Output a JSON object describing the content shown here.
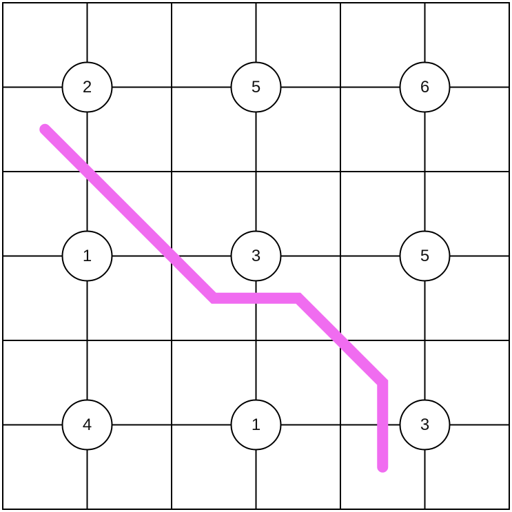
{
  "puzzle": {
    "grid_rows": 6,
    "grid_cols": 6,
    "clues": [
      {
        "label": "2",
        "row": 1,
        "col": 1
      },
      {
        "label": "5",
        "row": 1,
        "col": 3
      },
      {
        "label": "6",
        "row": 1,
        "col": 5
      },
      {
        "label": "1",
        "row": 3,
        "col": 1
      },
      {
        "label": "3",
        "row": 3,
        "col": 3
      },
      {
        "label": "5",
        "row": 3,
        "col": 5
      },
      {
        "label": "4",
        "row": 5,
        "col": 1
      },
      {
        "label": "1",
        "row": 5,
        "col": 3
      },
      {
        "label": "3",
        "row": 5,
        "col": 5
      }
    ],
    "path": {
      "color": "#f06cf0",
      "points": [
        [
          0.5,
          1.5
        ],
        [
          2.5,
          3.5
        ],
        [
          3.5,
          3.5
        ],
        [
          4.5,
          4.5
        ],
        [
          4.5,
          5.5
        ]
      ]
    },
    "colors": {
      "grid_line": "#000000",
      "clue_fill": "#ffffff",
      "clue_stroke": "#000000"
    }
  }
}
